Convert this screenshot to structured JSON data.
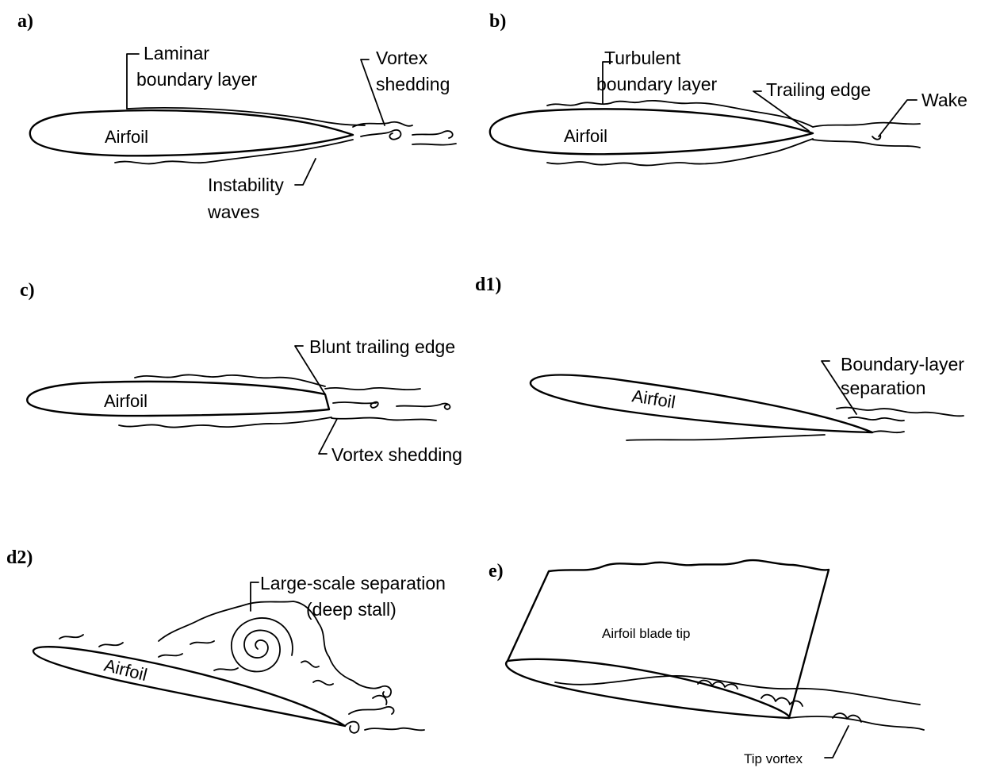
{
  "panels": {
    "a": {
      "label": "a)",
      "airfoil": "Airfoil",
      "callouts": {
        "laminar_1": "Laminar",
        "laminar_2": "boundary layer",
        "vortex_1": "Vortex",
        "vortex_2": "shedding",
        "instab_1": "Instability",
        "instab_2": "waves"
      }
    },
    "b": {
      "label": "b)",
      "airfoil": "Airfoil",
      "callouts": {
        "turb_1": "Turbulent",
        "turb_2": "boundary layer",
        "trailing": "Trailing edge",
        "wake": "Wake"
      }
    },
    "c": {
      "label": "c)",
      "airfoil": "Airfoil",
      "callouts": {
        "blunt": "Blunt trailing edge",
        "vortex": "Vortex shedding"
      }
    },
    "d1": {
      "label": "d1)",
      "airfoil": "Airfoil",
      "callouts": {
        "sep_1": "Boundary-layer",
        "sep_2": "separation"
      }
    },
    "d2": {
      "label": "d2)",
      "airfoil": "Airfoil",
      "callouts": {
        "large_1": "Large-scale separation",
        "large_2": "(deep stall)"
      }
    },
    "e": {
      "label": "e)",
      "blade": "Airfoil blade tip",
      "callouts": {
        "tip": "Tip vortex"
      }
    }
  }
}
